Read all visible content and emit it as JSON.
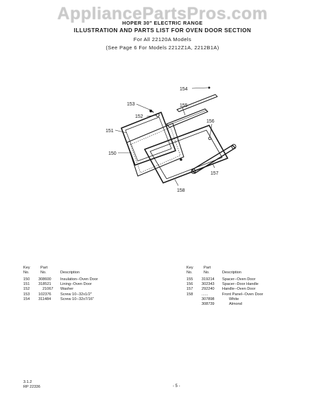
{
  "watermark": "AppliancePartsPros.com",
  "header": {
    "line1": "HOPER 30\" ELECTRIC RANGE",
    "line2": "ILLUSTRATION AND PARTS LIST FOR OVEN DOOR SECTION",
    "line3": "For All 22120A Models",
    "line4": "(See Page 6 For Models 2212Z1A, 2212B1A)"
  },
  "callouts": {
    "c154": "154",
    "c153": "153",
    "c152": "152",
    "c155": "155",
    "c151": "151",
    "c156": "156",
    "c150": "150",
    "c157": "157",
    "c158": "158"
  },
  "columns": {
    "key": [
      "Key",
      "No."
    ],
    "part": [
      "Part",
      "No."
    ],
    "desc": "Description"
  },
  "left_rows": [
    {
      "key": "150",
      "part": "308600",
      "desc": "Insulation--Oven Door"
    },
    {
      "key": "151",
      "part": "318521",
      "desc": "Lining--Oven Door"
    },
    {
      "key": "152",
      "part": "21067",
      "desc": "Washer"
    },
    {
      "key": "153",
      "part": "102376",
      "desc": "Screw 10--32x1/2\""
    },
    {
      "key": "154",
      "part": "311484",
      "desc": "Screw 10--32x7/16\""
    }
  ],
  "right_rows": [
    {
      "key": "155",
      "part": "319214",
      "desc": "Spacer--Oven Door"
    },
    {
      "key": "156",
      "part": "302343",
      "desc": "Spacer--Door Handle"
    },
    {
      "key": "157",
      "part": "292240",
      "desc": "Handle--Oven Door"
    },
    {
      "key": "158",
      "part": "......",
      "desc": "Front Panel--Oven Door"
    },
    {
      "key": "",
      "part": "307898",
      "desc": "White"
    },
    {
      "key": "",
      "part": "308739",
      "desc": "Almond"
    }
  ],
  "footer": {
    "code1": "3.1.2",
    "code2": "RP 22336",
    "page": "- 5 -"
  }
}
